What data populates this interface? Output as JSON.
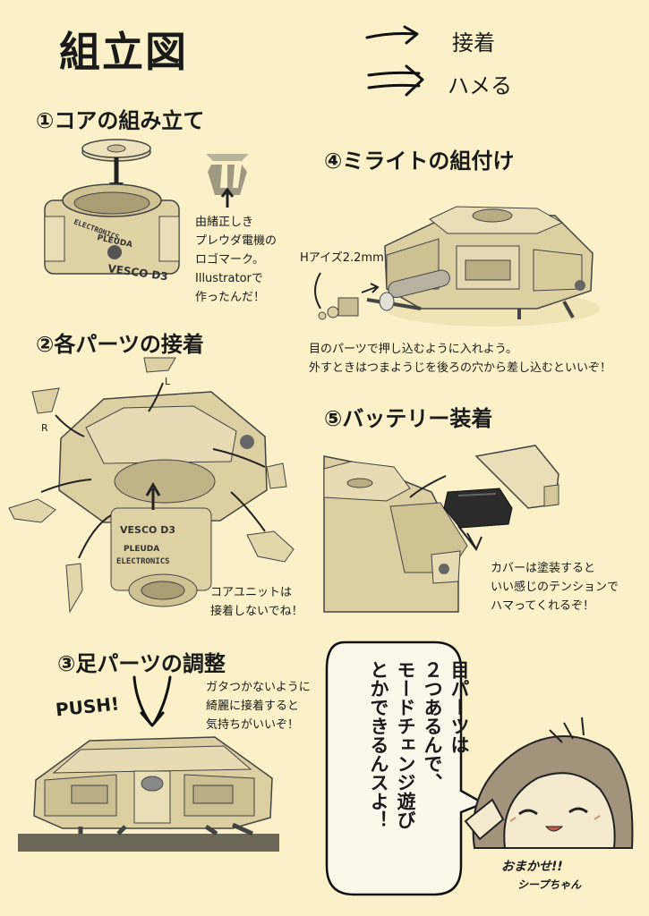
{
  "title": "組立図",
  "legend": {
    "glue": "接着",
    "fit": "ハメる"
  },
  "sections": {
    "s1": {
      "heading": "①コアの組み立て",
      "logo_note": [
        "由緒正しき",
        "プレウダ電機の",
        "ロゴマーク。",
        "Illustratorで",
        "作ったんだ！"
      ],
      "core_text": [
        "VESCO D3",
        "PLEUDA",
        "ELECTRONICS"
      ]
    },
    "s2": {
      "heading": "②各パーツの接着",
      "note": [
        "コアユニットは",
        "接着しないでね！"
      ],
      "labels": {
        "l": "L",
        "r": "R"
      },
      "core_text": [
        "VESCO D3",
        "PLEUDA",
        "ELECTRONICS"
      ]
    },
    "s3": {
      "heading": "③足パーツの調整",
      "push": "PUSH!",
      "note": [
        "ガタつかないように",
        "綺麗に接着すると",
        "気持ちがいいぞ！"
      ]
    },
    "s4": {
      "heading": "④ミライトの組付け",
      "eye_size": "Hアイズ2.2mm",
      "note": [
        "目のパーツで押し込むように入れよう。",
        "外すときはつまようじを後ろの穴から差し込むといいぞ！"
      ]
    },
    "s5": {
      "heading": "⑤バッテリー装着",
      "note": [
        "カバーは塗装すると",
        "いい感じのテンションで",
        "ハマってくれるぞ！"
      ]
    }
  },
  "bubble": {
    "lines": [
      "目パーツは",
      "２つあるんで、",
      "モードチェンジ遊び",
      "とかできるんスよ！"
    ]
  },
  "signature": {
    "line1": "おまかせ!!",
    "line2": "シープちゃん"
  }
}
